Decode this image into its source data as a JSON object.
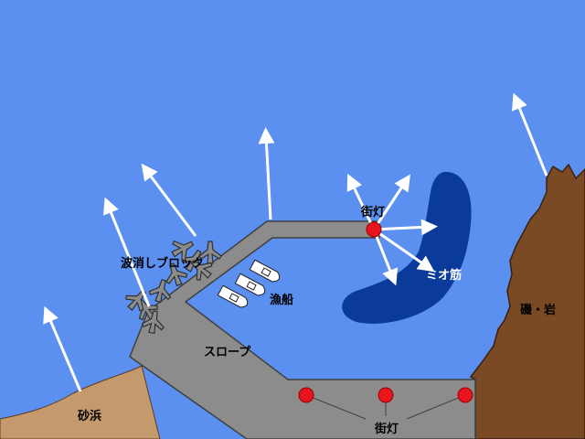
{
  "colors": {
    "sea": "#5b8ff0",
    "sand": "#c49a6c",
    "rock": "#7a4a24",
    "pier": "#8c8c8c",
    "pier_outline": "#404040",
    "channel": "#0a3a9a",
    "light": "#e8141e",
    "arrow": "#ffffff",
    "tetrapod": "#8c8c8c"
  },
  "labels": {
    "sand_beach": "砂浜",
    "breakwater_blocks": "波消しブロック",
    "fishing_boats": "漁船",
    "slope": "スロープ",
    "streetlight_top": "街灯",
    "channel": "ミオ筋",
    "rocks": "磯・岩",
    "streetlight_bottom": "街灯"
  },
  "icons": {
    "current_arrow": "arrow-icon",
    "streetlight": "streetlight-icon",
    "boat": "boat-icon",
    "tetrapod": "tetrapod-icon"
  }
}
